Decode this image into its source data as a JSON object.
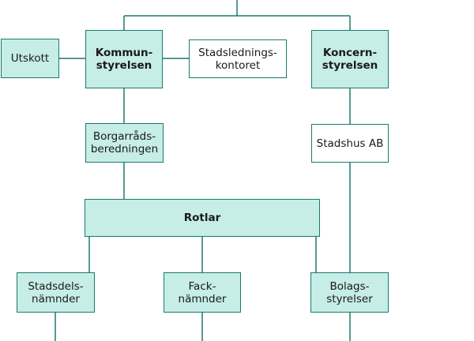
{
  "colors": {
    "line": "#1a7a70",
    "fill": "#c6ede6",
    "plain": "#ffffff"
  },
  "nodes": {
    "utskott": "Utskott",
    "kommunstyrelsen": "Kommun-\nstyrelsen",
    "stadsledningskontoret": "Stadslednings-\nkontoret",
    "koncernstyrelsen": "Koncern-\nstyrelsen",
    "borgarradsberedningen": "Borgarråds-\nberedningen",
    "stadshus_ab": "Stadshus AB",
    "rotlar": "Rotlar",
    "stadsdelsnamnder": "Stadsdels-\nnämnder",
    "facknamnder": "Fack-\nnämnder",
    "bolagsstyrelser": "Bolags-\nstyrelser"
  }
}
